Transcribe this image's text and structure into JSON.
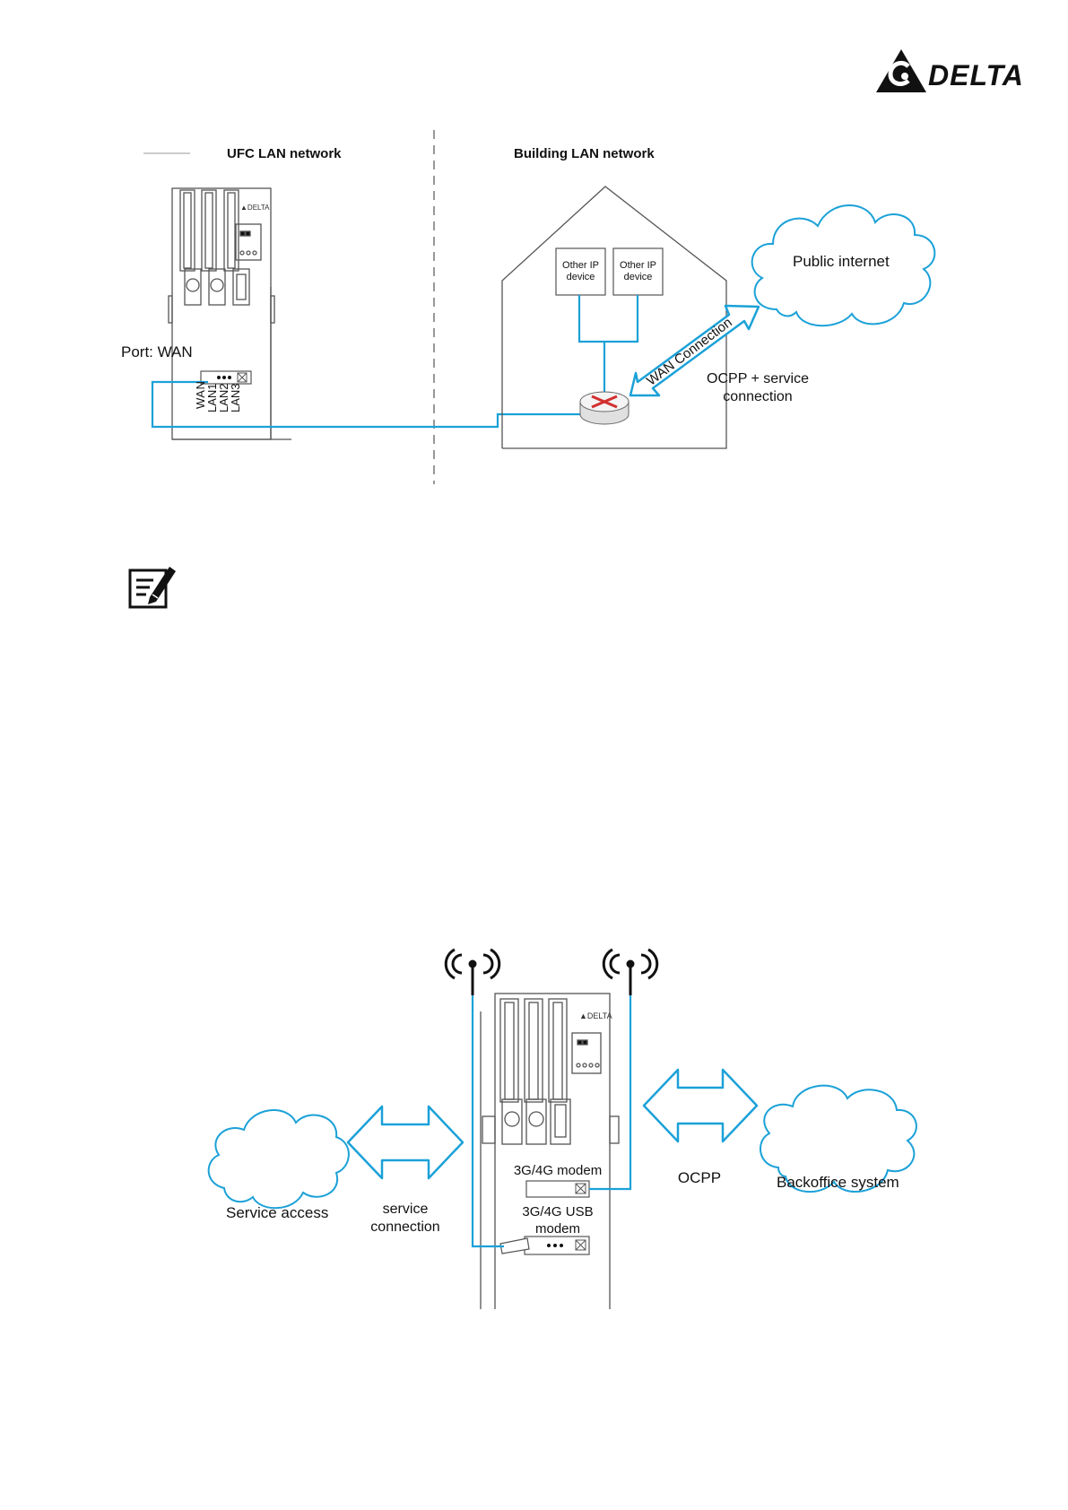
{
  "brand": {
    "name": "DELTA",
    "color": "#111111",
    "icon": "delta-logo-icon"
  },
  "colors": {
    "cable": "#1ba1d8",
    "arrow": "#1ba1d8",
    "router_x": "#d32f2f",
    "line": "#555555"
  },
  "figure1": {
    "left_title": "UFC LAN network",
    "right_title": "Building LAN network",
    "port_label": "Port: WAN",
    "ports": [
      "WAN",
      "LAN1",
      "LAN2",
      "LAN3"
    ],
    "device1": "Other IP device",
    "device2": "Other IP device",
    "cloud": "Public internet",
    "arrow_label": "WAN Connection",
    "connection_label_line1": "OCPP + service",
    "connection_label_line2": "connection",
    "router_icon": "router-icon"
  },
  "note": {
    "icon": "note-pencil-icon"
  },
  "figure2": {
    "left_cloud": "Service access",
    "left_arrow_line1": "service",
    "left_arrow_line2": "connection",
    "modem_label": "3G/4G modem",
    "usb_modem_line1": "3G/4G USB",
    "usb_modem_line2": "modem",
    "right_arrow": "OCPP",
    "right_cloud": "Backoffice system",
    "antenna_icon": "antenna-icon"
  }
}
